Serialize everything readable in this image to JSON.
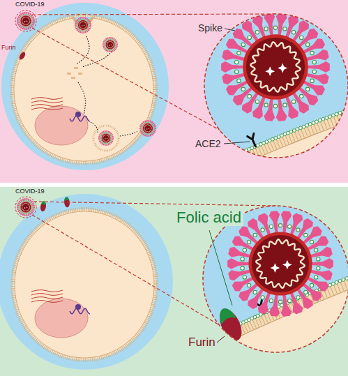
{
  "diagram": {
    "labels": [
      "COVID-19",
      "Furin",
      "Spike",
      "ACE2",
      "COVID-19",
      "Folic acid",
      "Furin"
    ]
  }
}
